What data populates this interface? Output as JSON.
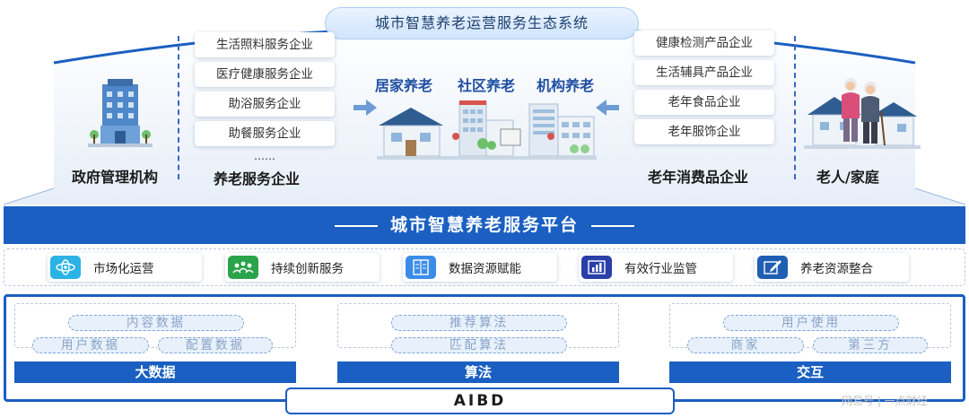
{
  "ecosystem": {
    "title": "城市智慧养老运营服务生态系统",
    "government": "政府管理机构",
    "elder_home": "老人/家庭",
    "service_enterprises": {
      "label": "养老服务企业",
      "items": [
        "生活照料服务企业",
        "医疗健康服务企业",
        "助浴服务企业",
        "助餐服务企业"
      ],
      "more": "……"
    },
    "consumer_enterprises": {
      "label": "老年消费品企业",
      "items": [
        "健康检测产品企业",
        "生活辅具产品企业",
        "老年食品企业",
        "老年服饰企业"
      ]
    },
    "modes": [
      "居家养老",
      "社区养老",
      "机构养老"
    ]
  },
  "platform": {
    "title": "城市智慧养老服务平台"
  },
  "capabilities": [
    {
      "label": "市场化运营",
      "icon": "atom-icon",
      "color": "#2bb3e6"
    },
    {
      "label": "持续创新服务",
      "icon": "people-network-icon",
      "color": "#2aa34a"
    },
    {
      "label": "数据资源赋能",
      "icon": "document-data-icon",
      "color": "#3a8ce8"
    },
    {
      "label": "有效行业监管",
      "icon": "bar-chart-icon",
      "color": "#2a3fa8"
    },
    {
      "label": "养老资源整合",
      "icon": "edit-icon",
      "color": "#1f5fb3"
    }
  ],
  "technology": {
    "bigdata": {
      "label": "大数据",
      "tags": [
        "内容数据",
        "用户数据",
        "配置数据"
      ]
    },
    "algorithm": {
      "label": "算法",
      "tags": [
        "推荐算法",
        "匹配算法"
      ]
    },
    "interaction": {
      "label": "交互",
      "tags": [
        "用户使用",
        "商家",
        "第三方"
      ]
    },
    "core": "AIBD"
  },
  "watermark": "网易号 | 一点财经",
  "colors": {
    "primary": "#1a5fc1",
    "mode_text": "#1f4fa3",
    "tag_text": "#8aa3c6"
  }
}
